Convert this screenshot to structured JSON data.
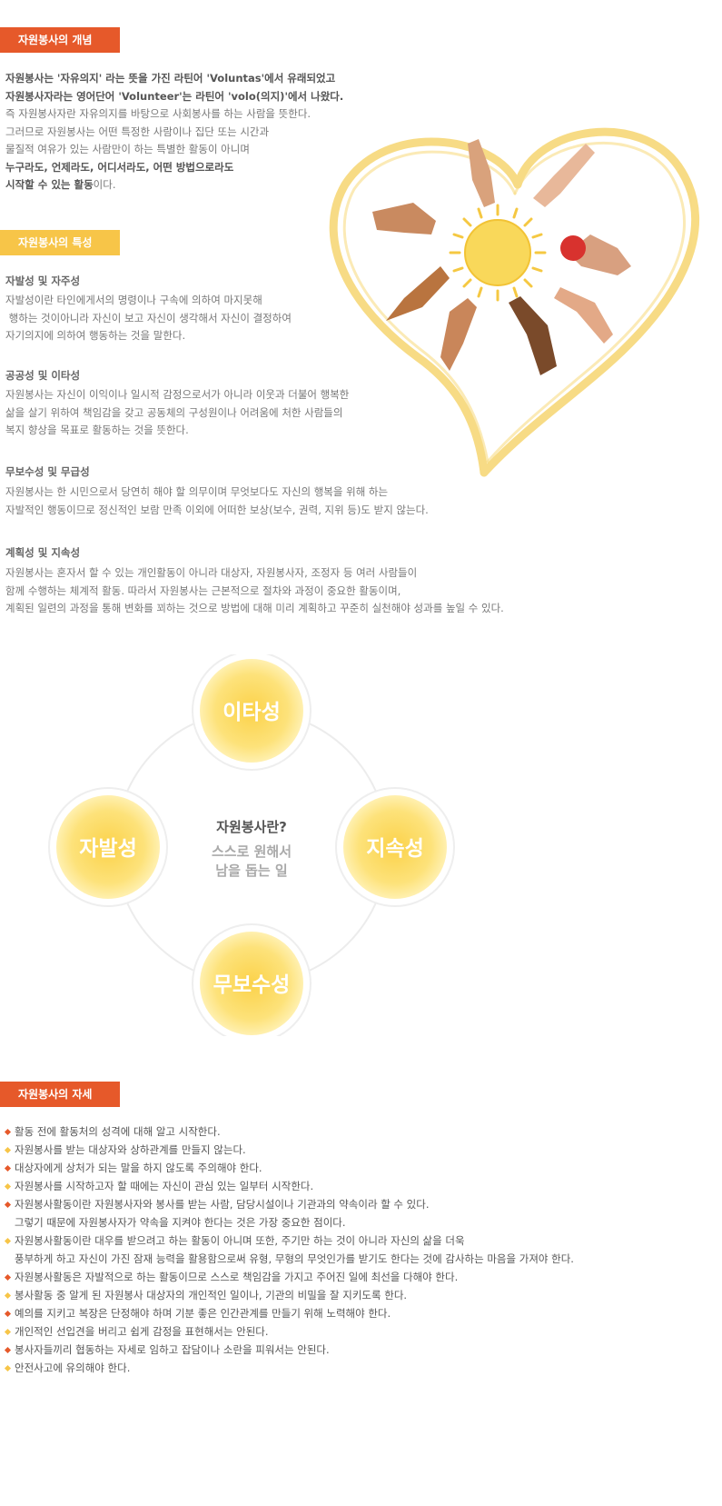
{
  "sections": {
    "concept": {
      "tag": "자원봉사의 개념",
      "lines_bold": [
        "자원봉사는 '자유의지' 라는 뜻을 가진 라틴어 'Voluntas'에서 유래되었고",
        "자원봉사자라는 영어단어 'Volunteer'는 라틴어 'volo(의지)'에서 나왔다."
      ],
      "lines": [
        "즉 자원봉사자란 자유의지를 바탕으로 사회봉사를 하는 사람을 뜻한다.",
        "그러므로 자원봉사는 어떤 특정한 사람이나 집단 또는 시간과",
        "물질적 여유가 있는 사람만이 하는 특별한 활동이 아니며"
      ],
      "line_bold_last": "누구라도, 언제라도, 어디서라도, 어떤 방법으로라도",
      "last_bold": "시작할 수 있는 활동",
      "last_tail": "이다."
    },
    "traits": {
      "tag": "자원봉사의 특성",
      "items": [
        {
          "title": "자발성 및 자주성",
          "lines": [
            "자발성이란 타인에게서의 명령이나 구속에 의하여 마지못해",
            " 행하는 것이아니라 자신이 보고 자신이 생각해서 자신이 결정하여",
            "자기의지에 의하여 행동하는 것을 말한다."
          ]
        },
        {
          "title": "공공성 및 이타성",
          "lines": [
            "자원봉사는 자신이 이익이나 일시적 감정으로서가 아니라 이웃과 더불어 행복한",
            "삶을 살기 위하여 책임감을 갖고 공동체의 구성원이나 어려움에 처한 사람들의",
            "복지 향상을 목표로 활동하는 것을 뜻한다."
          ]
        },
        {
          "title": "무보수성 및 무급성",
          "lines": [
            "자원봉사는 한 시민으로서 당연히 해야 할 의무이며 무엇보다도 자신의 행복을 위해 하는",
            "자발적인 행동이므로 정신적인 보람 만족 이외에 어떠한 보상(보수, 권력, 지위 등)도 받지 않는다."
          ]
        },
        {
          "title": "계획성 및 지속성",
          "lines": [
            "자원봉사는 혼자서 할 수 있는 개인활동이 아니라 대상자, 자원봉사자, 조정자 등 여러 사람들이",
            "함께 수행하는 체계적 활동. 따라서 자원봉사는 근본적으로 절차와 과정이 중요한 활동이며,",
            "계획된 일련의 과정을 통해 변화를 꾀하는 것으로 방법에 대해 미리 계획하고 꾸준히 실천해야 성과를 높일 수 있다."
          ]
        }
      ]
    },
    "diagram": {
      "top": "이타성",
      "left": "자발성",
      "right": "지속성",
      "bottom": "무보수성",
      "center_title": "자원봉사란?",
      "center_line1": "스스로 원해서",
      "center_line2": "남을 돕는 일"
    },
    "attitude": {
      "tag": "자원봉사의 자세",
      "items": [
        {
          "color": "red",
          "text": "활동 전에 활동처의 성격에 대해 알고 시작한다."
        },
        {
          "color": "yellow",
          "text": "자원봉사를 받는 대상자와 상하관계를 만들지 않는다."
        },
        {
          "color": "red",
          "text": "대상자에게 상처가 되는 말을 하지 않도록 주의해야 한다."
        },
        {
          "color": "yellow",
          "text": "자원봉사를 시작하고자 할 때에는 자신이 관심 있는 일부터 시작한다."
        },
        {
          "color": "red",
          "text": "자원봉사활동이란 자원봉사자와 봉사를 받는 사람, 담당시설이나 기관과의 약속이라 할 수 있다.",
          "cont": "그렇기 때문에 자원봉사자가 약속을 지켜야 한다는 것은 가장 중요한 점이다."
        },
        {
          "color": "yellow",
          "text": "자원봉사활동이란 대우를 받으려고 하는 활동이 아니며 또한, 주기만 하는 것이 아니라 자신의 삶을 더욱",
          "cont": "풍부하게 하고 자신이 가진 잠재 능력을 활용함으로써 유형, 무형의 무엇인가를 받기도 한다는 것에 감사하는 마음을 가져야 한다."
        },
        {
          "color": "red",
          "text": "자원봉사활동은 자발적으로 하는 활동이므로 스스로 책임감을 가지고 주어진 일에 최선을 다해야 한다."
        },
        {
          "color": "yellow",
          "text": "봉사활동 중 알게 된 자원봉사 대상자의 개인적인 일이나, 기관의 비밀을 잘 지키도록 한다."
        },
        {
          "color": "red",
          "text": "예의를 지키고 복장은 단정해야 하며 기분 좋은 인간관계를 만들기 위해 노력해야 한다."
        },
        {
          "color": "yellow",
          "text": "개인적인 선입견을 버리고 쉽게 감정을 표현해서는 안된다."
        },
        {
          "color": "red",
          "text": "봉사자들끼리 협동하는 자세로 임하고 잡담이나 소란을 피워서는 안된다."
        },
        {
          "color": "yellow",
          "text": "안전사고에 유의해야 한다."
        }
      ]
    }
  },
  "colors": {
    "orange": "#e6592a",
    "yellow": "#f7c548",
    "bullet_red": "#e6592a",
    "bullet_yellow": "#f7c548"
  },
  "icons": [
    "heart-outline-icon",
    "sun-icon",
    "hand-icon"
  ]
}
